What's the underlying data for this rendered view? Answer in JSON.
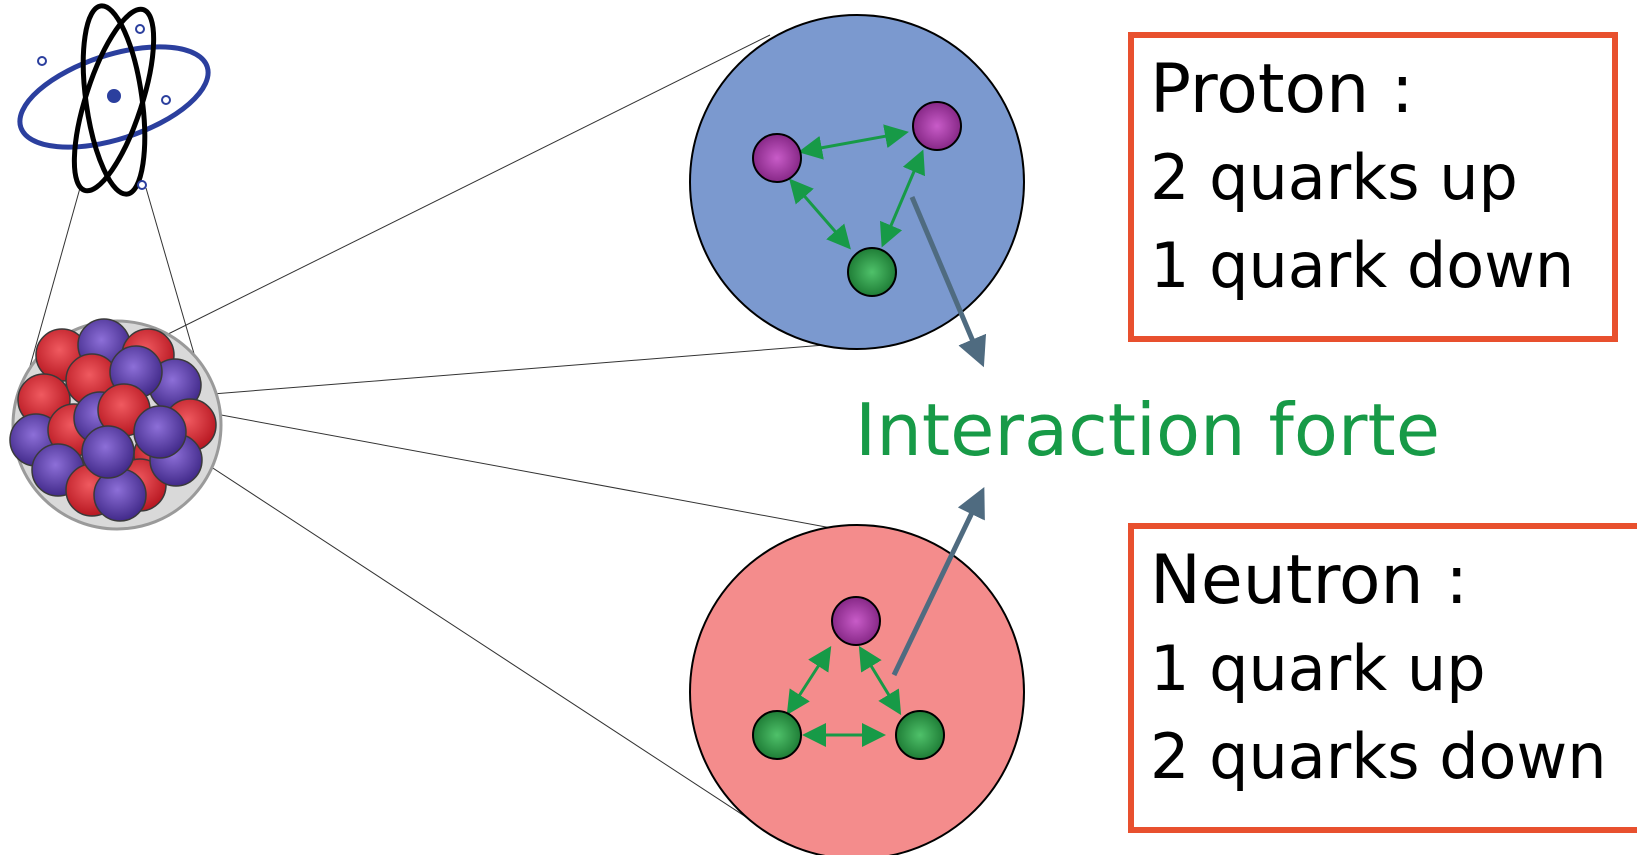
{
  "colors": {
    "box_border": "#e8502e",
    "interaction_text": "#179a47",
    "proton_fill": "#7b99cf",
    "neutron_fill": "#f48c8c",
    "quark_up": "#8e2a8e",
    "quark_down": "#1f8a3a",
    "gluon_arrow": "#179a47",
    "pointer_arrow": "#4f6b80",
    "nucleon_red": "#d41e2a",
    "nucleon_blue": "#5b3aa6",
    "atom_nucleus": "#2b3f9e"
  },
  "icons": {
    "atom": "atom-icon",
    "nucleus": "nucleus-icon"
  },
  "proton": {
    "title": "Proton :",
    "lines": [
      "2 quarks up",
      "1 quark down"
    ],
    "quarks": [
      "up",
      "up",
      "down"
    ]
  },
  "neutron": {
    "title": "Neutron :",
    "lines": [
      "1 quark up",
      "2 quarks down"
    ],
    "quarks": [
      "up",
      "down",
      "down"
    ]
  },
  "interaction": {
    "label": "Interaction forte"
  }
}
